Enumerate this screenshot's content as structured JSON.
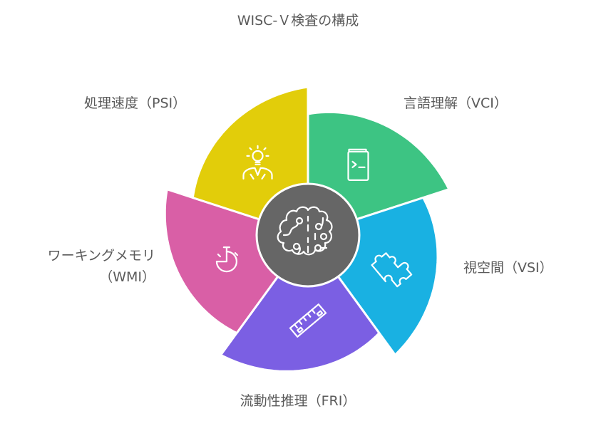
{
  "title": "WISC-Ｖ検査の構成",
  "center": {
    "icon": "brain-icon",
    "color": "#666666"
  },
  "segments": [
    {
      "id": "vci",
      "label": "言語理解（VCI）",
      "icon": "terminal-book-icon",
      "color": "#3DC483"
    },
    {
      "id": "vsi",
      "label": "視空間（VSI）",
      "icon": "puzzle-piece-icon",
      "color": "#19B1E2"
    },
    {
      "id": "fri",
      "label": "流動性推理（FRI）",
      "icon": "ruler-icon",
      "color": "#7B5FE3"
    },
    {
      "id": "wmi",
      "label_line1": "ワーキングメモリ",
      "label_line2": "（WMI）",
      "icon": "stopwatch-icon",
      "color": "#D95FA6"
    },
    {
      "id": "psi",
      "label": "処理速度（PSI）",
      "icon": "lightbulb-person-icon",
      "color": "#E2CD0A"
    }
  ]
}
